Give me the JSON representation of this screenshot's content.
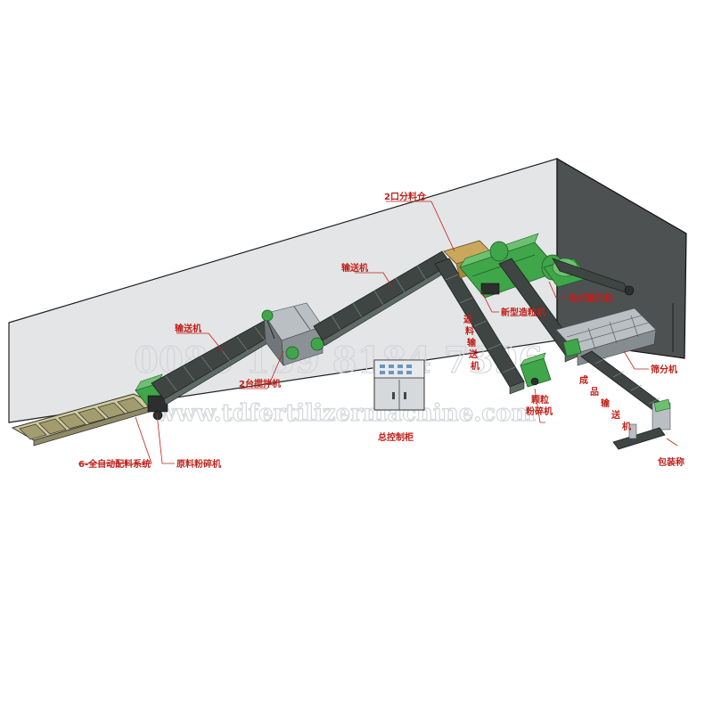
{
  "labels": {
    "feeding_system": "6-全自动配料系统",
    "raw_crusher": "原料粉碎机",
    "conveyor_1": "输送机",
    "mixer": "2台搅拌机",
    "conveyor_2": "输送机",
    "silo": "2口分料仓",
    "granulator": "新型造粒机",
    "return_conveyor": [
      "返",
      "料",
      "输",
      "送",
      "机"
    ],
    "polisher": "抛光整形机",
    "screener": "筛分机",
    "product_conveyor": [
      "成",
      "品",
      "输",
      "送",
      "机"
    ],
    "granule_crusher": [
      "颗粒",
      "粉碎机"
    ],
    "control_cabinet": "总控制柜",
    "packing_scale": "包装称"
  },
  "watermark": {
    "phone": "0086 139 8184 7396",
    "site": "www.tdfertilizermachine.com"
  },
  "colors": {
    "label": "#c0201a",
    "machine_green": "#3fa64a",
    "wall": "#e4e5e6",
    "wall_end": "#4d5152"
  }
}
